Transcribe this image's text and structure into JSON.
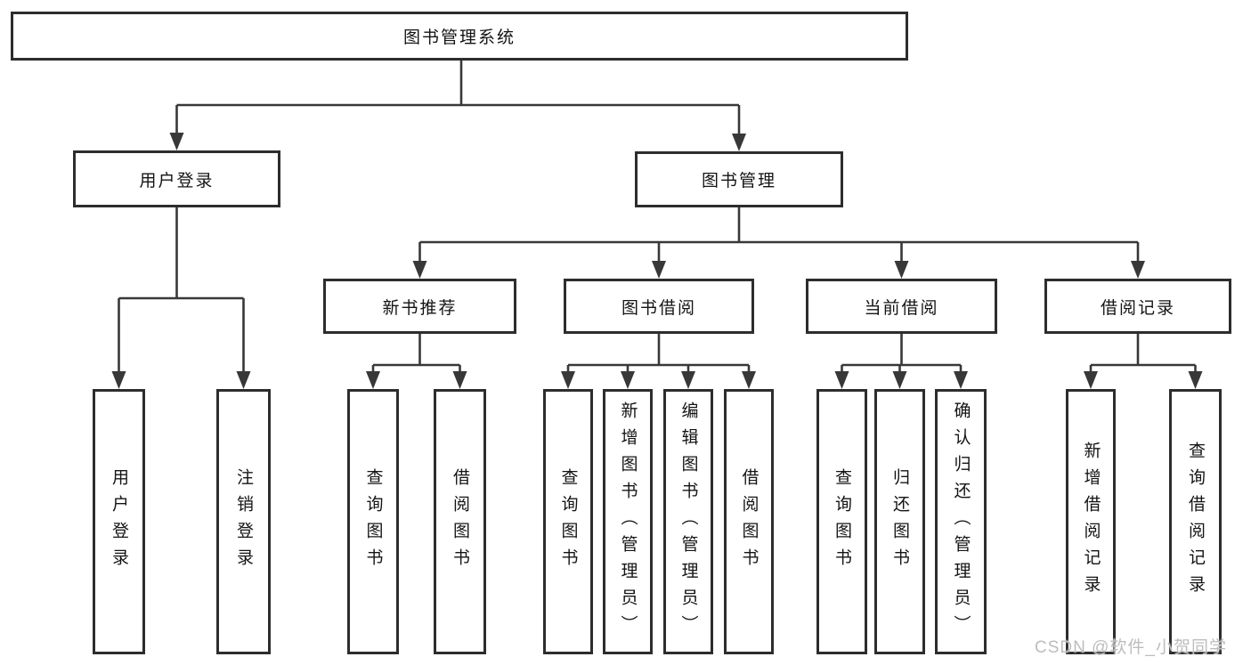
{
  "nodes": {
    "root": {
      "label": "图书管理系统"
    },
    "user_login": {
      "label": "用户登录"
    },
    "book_mgmt": {
      "label": "图书管理"
    },
    "new_book_rec": {
      "label": "新书推荐"
    },
    "book_borrow": {
      "label": "图书借阅"
    },
    "current_borrow": {
      "label": "当前借阅"
    },
    "borrow_records": {
      "label": "借阅记录"
    },
    "leaf_user_login": {
      "label": "用户登录"
    },
    "leaf_logout": {
      "label": "注销登录"
    },
    "leaf_nb_query": {
      "label": "查询图书"
    },
    "leaf_nb_borrow": {
      "label": "借阅图书"
    },
    "leaf_bb_query": {
      "label": "查询图书"
    },
    "leaf_bb_add": {
      "label": "新增图书（管理员）"
    },
    "leaf_bb_edit": {
      "label": "编辑图书（管理员）"
    },
    "leaf_bb_borrow": {
      "label": "借阅图书"
    },
    "leaf_cb_query": {
      "label": "查询图书"
    },
    "leaf_cb_return": {
      "label": "归还图书"
    },
    "leaf_cb_confirm": {
      "label": "确认归还（管理员）"
    },
    "leaf_br_add": {
      "label": "新增借阅记录"
    },
    "leaf_br_query": {
      "label": "查询借阅记录"
    }
  },
  "watermark": {
    "text": "CSDN @软件_小贺同学"
  },
  "colors": {
    "line": "#383838",
    "box_border": "#2d2d2d",
    "text": "#141414",
    "watermark": "#bdbdbd",
    "background": "#ffffff"
  }
}
